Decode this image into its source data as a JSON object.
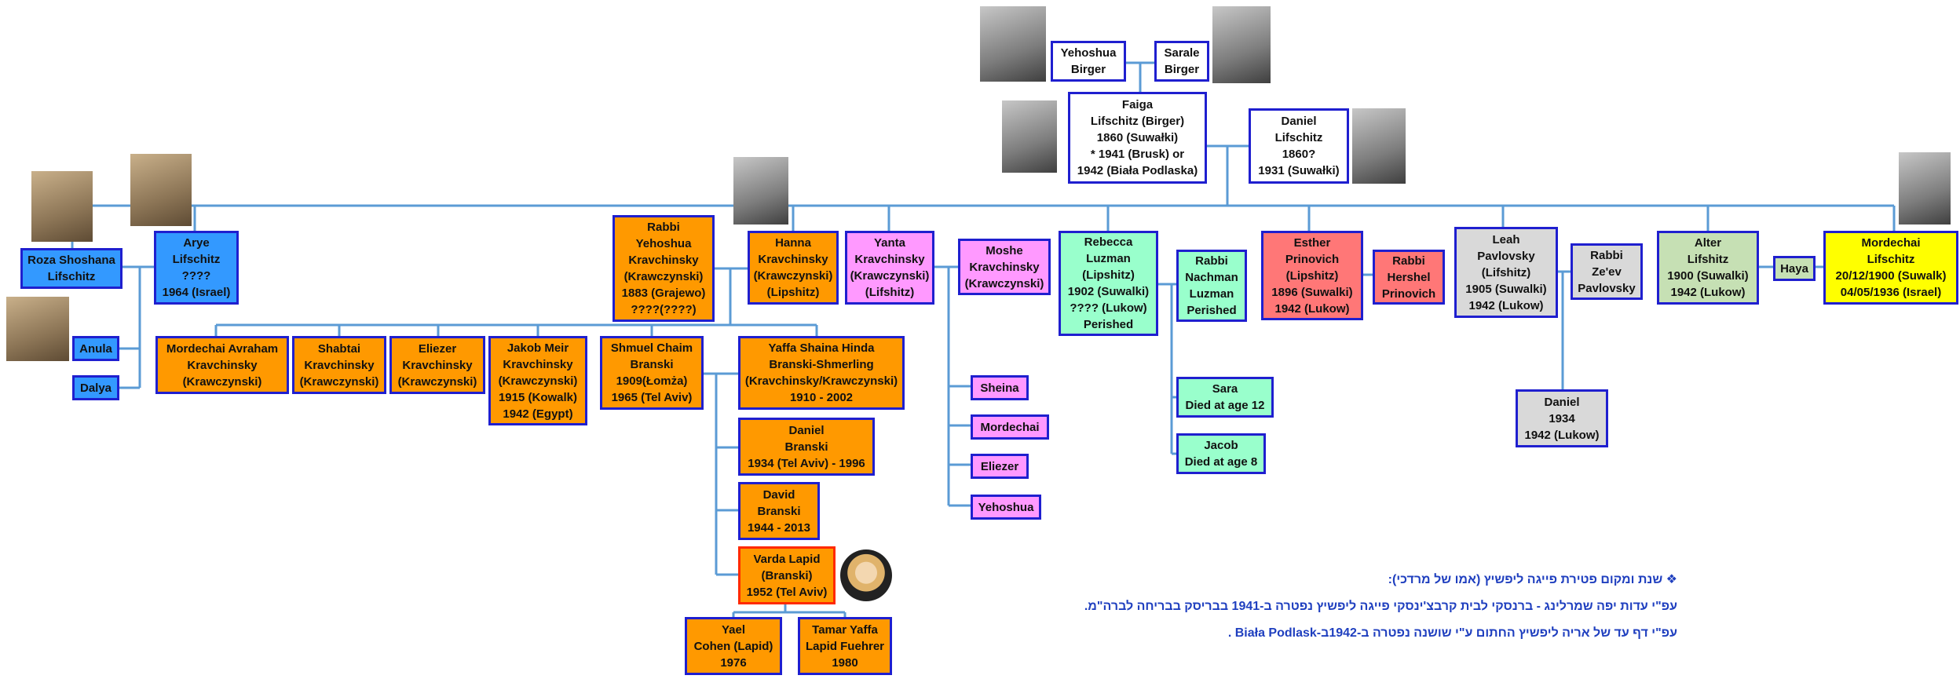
{
  "boxes": {
    "yehoshua_birger": [
      "Yehoshua",
      "Birger"
    ],
    "sarale_birger": [
      "Sarale",
      "Birger"
    ],
    "faiga": [
      "Faiga",
      "Lifschitz (Birger)",
      "1860 (Suwałki)",
      "* 1941 (Brusk) or",
      "1942 (Biała Podlaska)"
    ],
    "daniel_lifschitz": [
      "Daniel",
      "Lifschitz",
      "1860?",
      "1931 (Suwałki)"
    ],
    "roza": [
      "Roza Shoshana",
      "Lifschitz"
    ],
    "arye": [
      "Arye",
      "Lifschitz",
      "????",
      "1964 (Israel)"
    ],
    "anula": [
      "Anula"
    ],
    "dalya": [
      "Dalya"
    ],
    "rabbi_yehoshua": [
      "Rabbi",
      "Yehoshua",
      "Kravchinsky",
      "(Krawczynski)",
      "1883 (Grajewo)",
      "????(????)"
    ],
    "hanna": [
      "Hanna",
      "Kravchinsky",
      "(Krawczynski)",
      "(Lipshitz)"
    ],
    "yanta": [
      "Yanta",
      "Kravchinsky",
      "(Krawczynski)",
      "(Lifshitz)"
    ],
    "moshe": [
      "Moshe",
      "Kravchinsky",
      "(Krawczynski)"
    ],
    "rebecca": [
      "Rebecca",
      "Luzman",
      "(Lipshitz)",
      "1902 (Suwalki)",
      "???? (Lukow)",
      "Perished"
    ],
    "rabbi_nachman": [
      "Rabbi",
      "Nachman",
      "Luzman",
      "Perished"
    ],
    "esther": [
      "Esther",
      "Prinovich",
      "(Lipshitz)",
      "1896 (Suwalki)",
      "1942 (Lukow)"
    ],
    "rabbi_hershel": [
      "Rabbi",
      "Hershel",
      "Prinovich"
    ],
    "leah": [
      "Leah",
      "Pavlovsky",
      "(Lifshitz)",
      "1905 (Suwalki)",
      "1942 (Lukow)"
    ],
    "rabbi_zeev": [
      "Rabbi",
      "Ze'ev",
      "Pavlovsky"
    ],
    "alter": [
      "Alter",
      "Lifshitz",
      "1900 (Suwalki)",
      "1942 (Lukow)"
    ],
    "haya": [
      "Haya"
    ],
    "mordechai_lifschitz": [
      "Mordechai",
      "Lifschitz",
      "20/12/1900 (Suwalk)",
      "04/05/1936 (Israel)"
    ],
    "mordechai_avraham": [
      "Mordechai Avraham",
      "Kravchinsky",
      "(Krawczynski)"
    ],
    "shabtai": [
      "Shabtai",
      "Kravchinsky",
      "(Krawczynski)"
    ],
    "eliezer_k": [
      "Eliezer",
      "Kravchinsky",
      "(Krawczynski)"
    ],
    "jakob_meir": [
      "Jakob Meir",
      "Kravchinsky",
      "(Krawczynski)",
      "1915 (Kowalk)",
      "1942 (Egypt)"
    ],
    "shmuel": [
      "Shmuel Chaim",
      "Branski",
      "1909(Łomża)",
      "1965 (Tel Aviv)"
    ],
    "yaffa": [
      "Yaffa Shaina Hinda",
      "Branski-Shmerling",
      "(Kravchinsky/Krawczynski)",
      "1910 - 2002"
    ],
    "daniel_branski": [
      "Daniel",
      "Branski",
      "1934 (Tel Aviv) - 1996"
    ],
    "david_branski": [
      "David",
      "Branski",
      "1944 - 2013"
    ],
    "varda": [
      "Varda Lapid",
      "(Branski)",
      "1952 (Tel Aviv)"
    ],
    "yael": [
      "Yael",
      "Cohen (Lapid)",
      "1976"
    ],
    "tamar": [
      "Tamar Yaffa",
      "Lapid Fuehrer",
      "1980"
    ],
    "sheina": [
      "Sheina"
    ],
    "mordechai_y": [
      "Mordechai"
    ],
    "eliezer_y": [
      "Eliezer"
    ],
    "yehoshua_y": [
      "Yehoshua"
    ],
    "sara": [
      "Sara",
      "Died at age 12"
    ],
    "jacob": [
      "Jacob",
      "Died at age 8"
    ],
    "daniel_pav": [
      "Daniel",
      "1934",
      "1942 (Lukow)"
    ]
  },
  "notes": [
    "❖ שנת ומקום פטירת פייגה ליפשיץ (אמו של מרדכי):",
    "עפ\"י עדות יפה שמרלינג - ברנסקי לבית קרבצ'ינסקי פייגה ליפשיץ נפטרה ב-1941 בבריסק בבריחה לברה\"מ.",
    "עפ\"י דף עד של אריה ליפשיץ החתום ע\"י שושנה נפטרה ב-1942ב-Biała Podlask ."
  ],
  "colors": {
    "line": "#5b9bd5",
    "border": "#1f1fcf",
    "blue": "#3399ff",
    "orange": "#ff9900",
    "pink": "#ff99ff",
    "green": "#99ffcc",
    "red": "#ff7777",
    "grey": "#d9d9d9",
    "light_green": "#c6e0b4",
    "yellow": "#ffff00",
    "notes_text": "#1f3fbf"
  },
  "icons": {
    "photos": "person-photo-icon"
  }
}
